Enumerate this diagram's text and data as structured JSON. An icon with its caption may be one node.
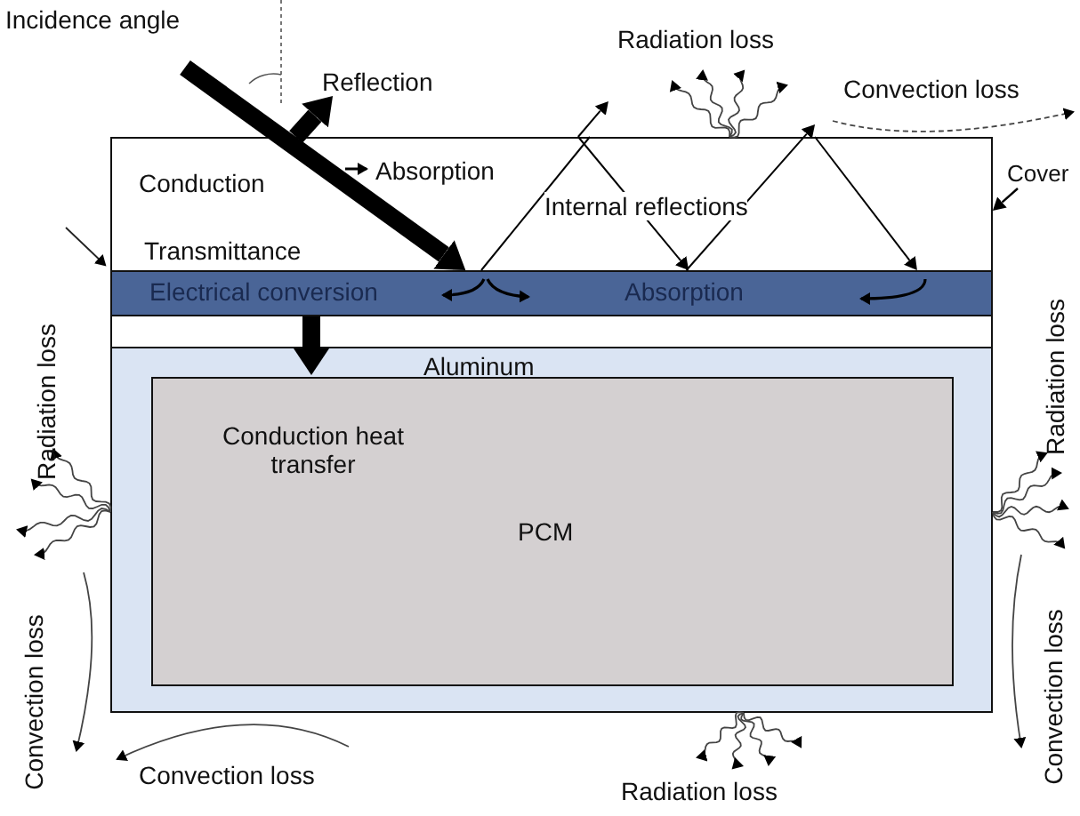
{
  "diagram": {
    "nodes": [
      {
        "text": [
          "Conduction",
          "Absorption",
          "Transmittance",
          "Internal reflections"
        ]
      },
      {
        "text": [
          "Reflection"
        ]
      },
      {
        "text": [
          "Cover"
        ]
      },
      {
        "text": [
          "Electrical conversion",
          "Absorption"
        ]
      },
      {
        "text": [
          "Aluminum"
        ]
      },
      {
        "text": [
          "Conduction heat transfer",
          "PCM"
        ],
        "in": 4
      }
    ],
    "edges": [
      {
        "from": null,
        "to": 3,
        "arrow": "to",
        "style": "thick"
      },
      {
        "from": 0,
        "to": 1,
        "arrow": "to",
        "style": "thick"
      },
      {
        "from": 2,
        "to": 0,
        "arrow": "to"
      },
      {
        "from": 3,
        "to": 5,
        "arrow": "to",
        "style": "thick"
      },
      {
        "from": 3,
        "to": 0,
        "arrow": "none"
      },
      {
        "from": 0,
        "to": null,
        "arrow": "to"
      },
      {
        "from": 0,
        "to": 3,
        "arrow": "to"
      },
      {
        "from": 3,
        "to": 0,
        "arrow": "to"
      },
      {
        "from": 0,
        "to": 3,
        "arrow": "to"
      }
    ],
    "labels": [
      "Incidence angle",
      "Radiation loss",
      "Convection loss",
      "Radiation loss",
      "Radiation loss",
      "Convection loss",
      "Convection loss",
      "Radiation loss",
      "Convection loss"
    ]
  }
}
